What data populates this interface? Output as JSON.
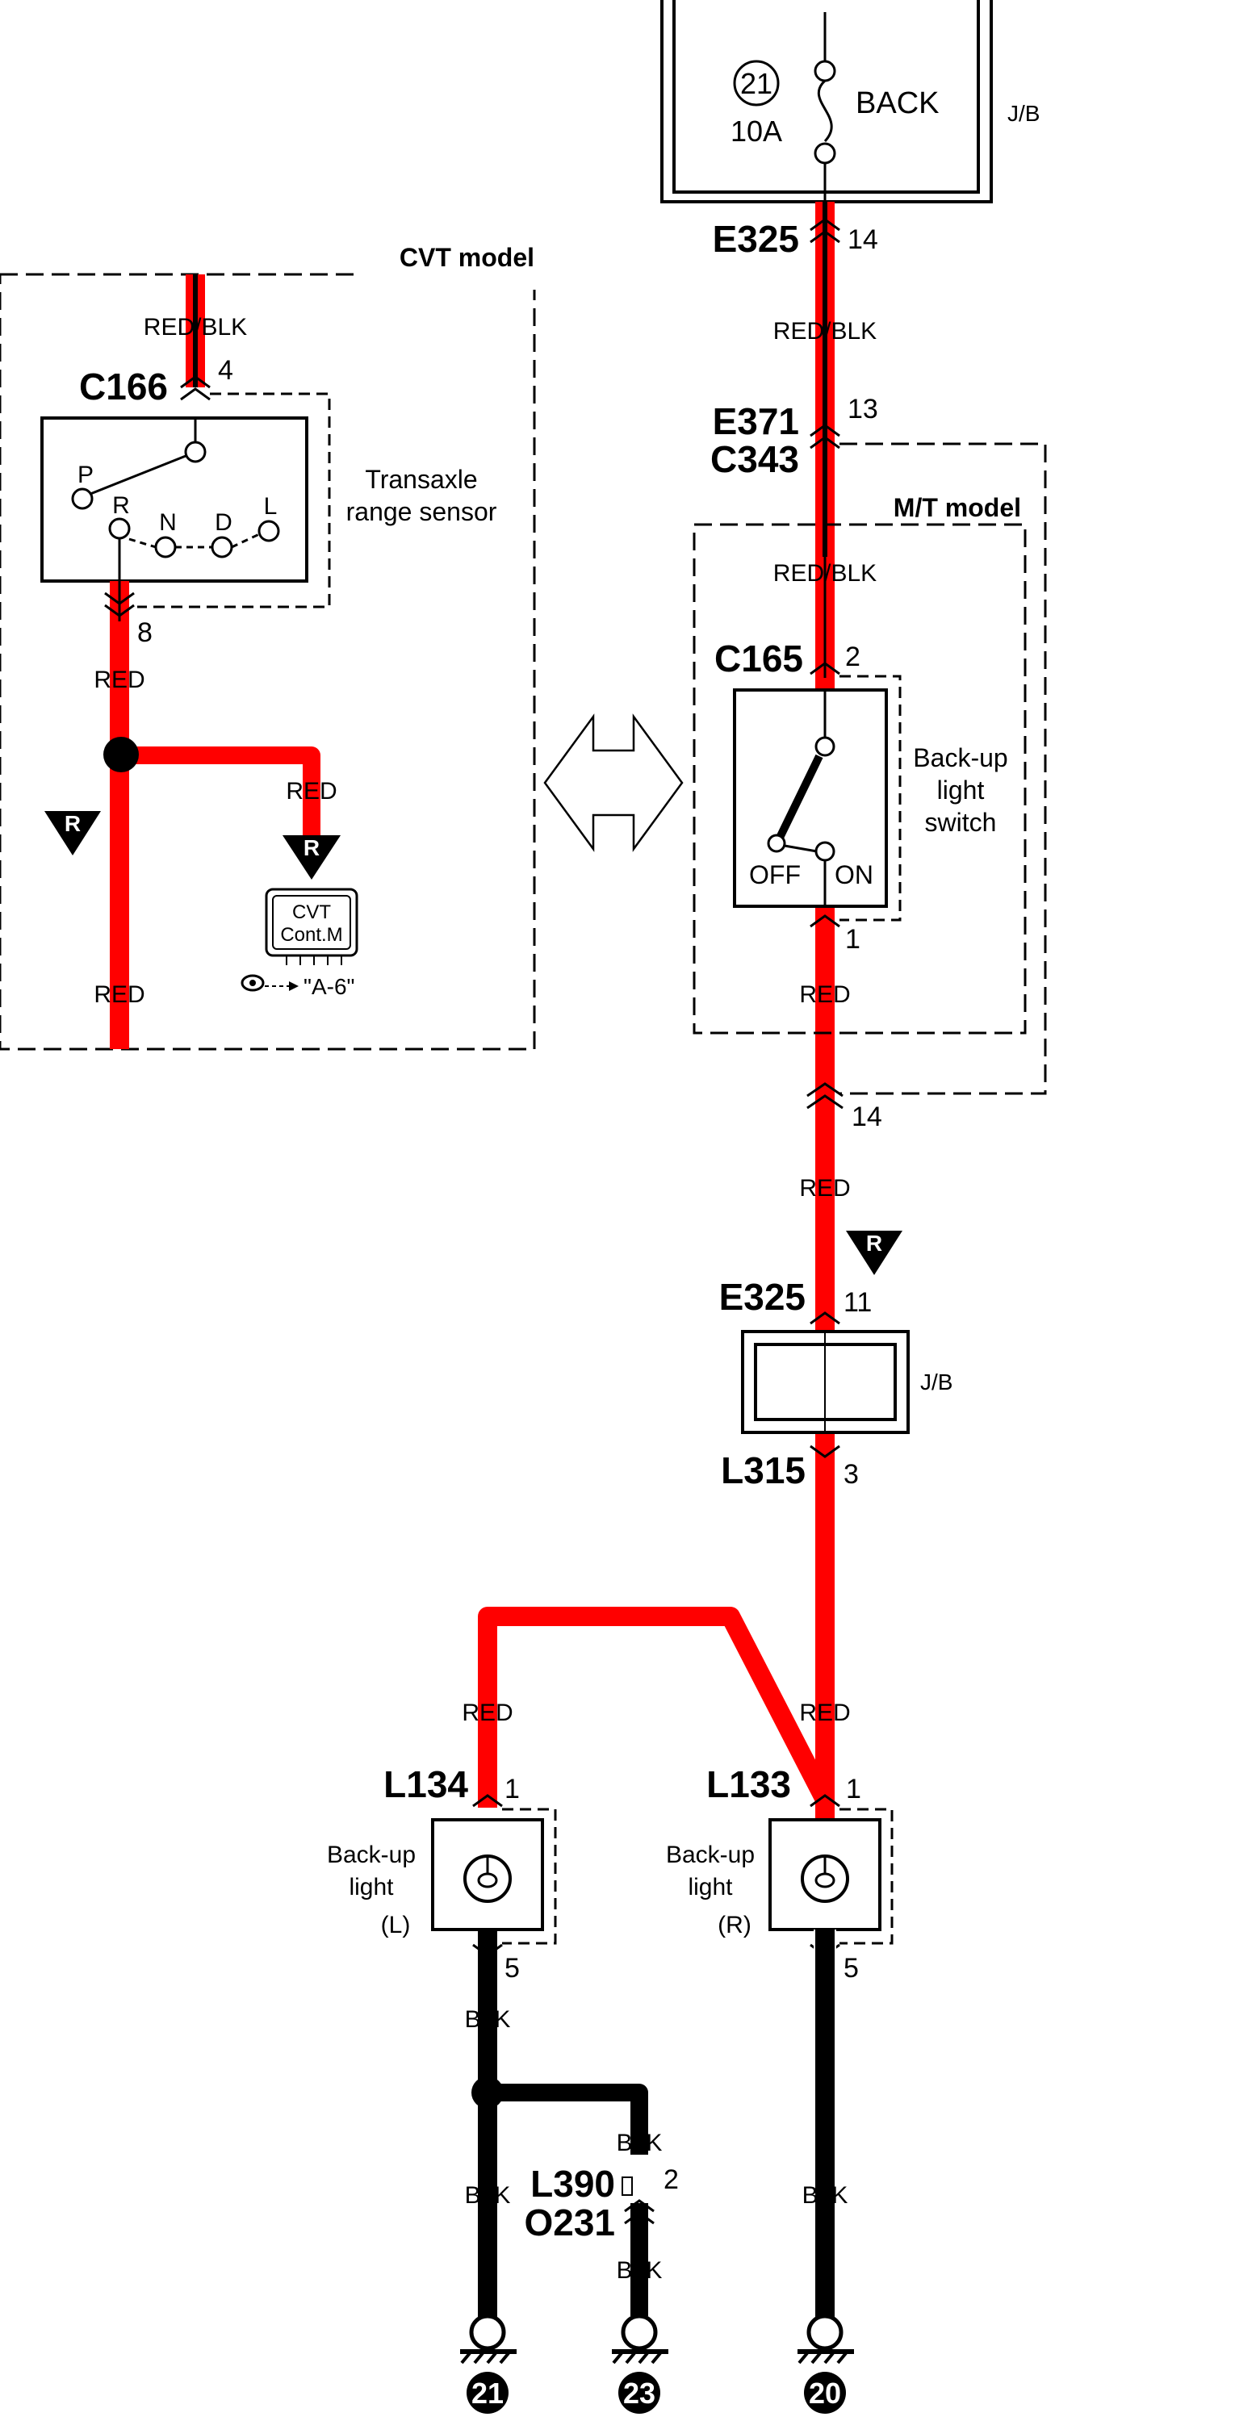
{
  "colors": {
    "red_wire": "#ff0000",
    "black_wire": "#000000",
    "background": "#ffffff"
  },
  "fuse": {
    "number": "21",
    "rating": "10A",
    "name": "BACK",
    "box": "J/B"
  },
  "wires": {
    "red_blk": "RED/BLK",
    "red": "RED",
    "blk": "BLK"
  },
  "connectors": {
    "e325_top": "E325",
    "e325_top_pin": "14",
    "e371": "E371",
    "c343": "C343",
    "e371_pin": "13",
    "c166": "C166",
    "c166_pin_in": "4",
    "c166_pin_out": "8",
    "c165": "C165",
    "c165_pin_in": "2",
    "c165_pin_out": "1",
    "mt_pin_out": "14",
    "e325_mid": "E325",
    "e325_mid_pin": "11",
    "l315": "L315",
    "l315_pin": "3",
    "l134": "L134",
    "l134_pin_in": "1",
    "l134_pin_out": "5",
    "l133": "L133",
    "l133_pin_in": "1",
    "l133_pin_out": "5",
    "l390": "L390",
    "o231": "O231",
    "l390_pin": "2"
  },
  "models": {
    "cvt": "CVT model",
    "mt": "M/T model"
  },
  "transaxle": {
    "label_line1": "Transaxle",
    "label_line2": "range sensor",
    "positions": [
      "P",
      "R",
      "N",
      "D",
      "L"
    ]
  },
  "backup_switch": {
    "label_line1": "Back-up",
    "label_line2": "light",
    "label_line3": "switch",
    "off": "OFF",
    "on": "ON"
  },
  "cvt_module": {
    "line1": "CVT",
    "line2": "Cont.M",
    "ref": "\"A-6\""
  },
  "junction_box_mid": "J/B",
  "markers": {
    "r": "R"
  },
  "lights": {
    "left": {
      "line1": "Back-up",
      "line2": "light",
      "side": "(L)"
    },
    "right": {
      "line1": "Back-up",
      "line2": "light",
      "side": "(R)"
    }
  },
  "grounds": [
    "21",
    "23",
    "20"
  ]
}
